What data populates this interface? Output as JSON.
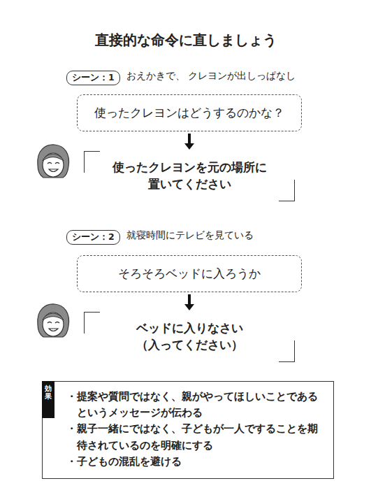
{
  "diagram": {
    "title": "直接的な命令に直しましょう",
    "nodes": [
      {
        "text": [
          "シーン：1"
        ]
      },
      {
        "text": [
          "使ったクレヨンはどうするのかな？"
        ]
      },
      {
        "text": [
          "使ったクレヨンを元の場所に 置いてください"
        ]
      },
      {
        "text": [
          "シーン：2"
        ]
      },
      {
        "text": [
          "そろそろベッドに入ろうか"
        ]
      },
      {
        "text": [
          "ベッドに入りなさい （入ってください）"
        ]
      },
      {
        "text": [
          "効果",
          "・提案や質問ではなく、親がやってほしいことであるというメッセージが伝わる",
          "・親子一緒にではなく、子どもが一人ですることを期待されているのを明確にする",
          "・子どもの混乱を避ける"
        ]
      }
    ],
    "edges": [
      {
        "from": 1,
        "to": 2,
        "arrow": "to"
      },
      {
        "from": 4,
        "to": 5,
        "arrow": "to"
      }
    ],
    "labels": [
      "おえかきで、 クレヨンが出しっぱなし",
      "就寝時間にテレビを見ている"
    ]
  }
}
